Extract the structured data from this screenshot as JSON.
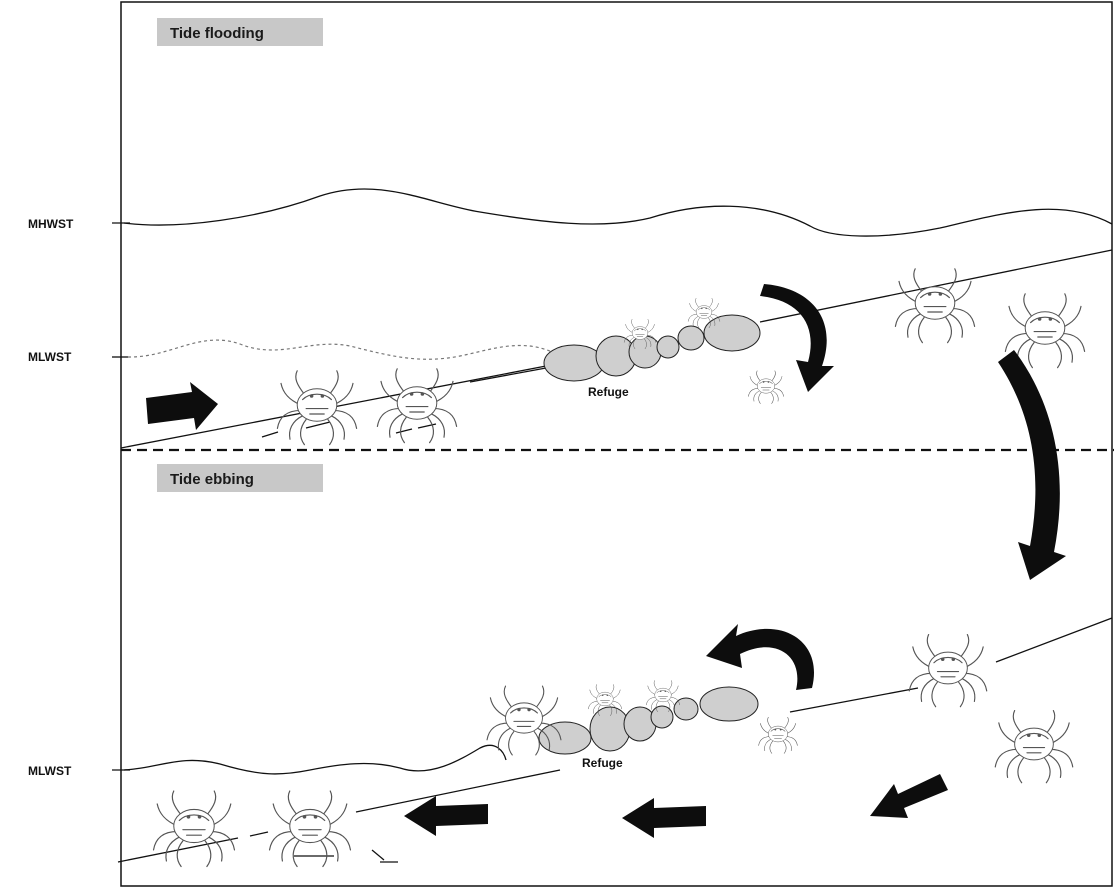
{
  "panels": {
    "top_label": "Tide flooding",
    "bottom_label": "Tide ebbing"
  },
  "levels": {
    "mhwst": "MHWST",
    "mlwst_top": "MLWST",
    "mlwst_bottom": "MLWST"
  },
  "refuge": {
    "top_label": "Refuge",
    "bottom_label": "Refuge"
  },
  "icons": {
    "crab": "crab-icon",
    "arrow": "arrow-icon",
    "rock": "rock-icon"
  },
  "colors": {
    "rock_fill": "#cfcfcf",
    "label_background": "#c8c8c8",
    "arrow": "#0d0d0d"
  }
}
